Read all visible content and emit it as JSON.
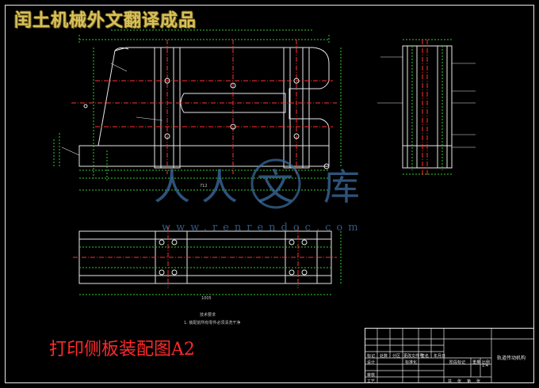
{
  "header": {
    "title": "闰土机械外文翻译成品"
  },
  "watermark": {
    "brand_chars": [
      "人",
      "人",
      "文",
      "库"
    ],
    "url": "www.renrendoc.com"
  },
  "drawing": {
    "dimension_top_view": "712",
    "dimension_bottom_view": "1005",
    "notes_label": "技术要求",
    "notes_text": "1. 装配前所有零件必须清洗干净"
  },
  "caption": "打印侧板装配图A2",
  "title_block": {
    "drawing_name": "轨道传动机构",
    "scale": "1:4",
    "col_labels": [
      "标记",
      "处数",
      "分区",
      "更改文件号",
      "签名",
      "年月日"
    ],
    "row_labels": [
      "设计",
      "审核",
      "工艺"
    ],
    "mid_labels": [
      "标准化",
      "阶段标记",
      "重量",
      "比例"
    ],
    "bottom_labels": [
      "共",
      "张",
      "第",
      "张"
    ]
  },
  "colors": {
    "background": "#000000",
    "outline": "#e8e8e8",
    "centerline": "#ff3030",
    "hidden": "#33cc33",
    "caption": "#ff2a2a",
    "watermark": "#3d6fa3"
  }
}
